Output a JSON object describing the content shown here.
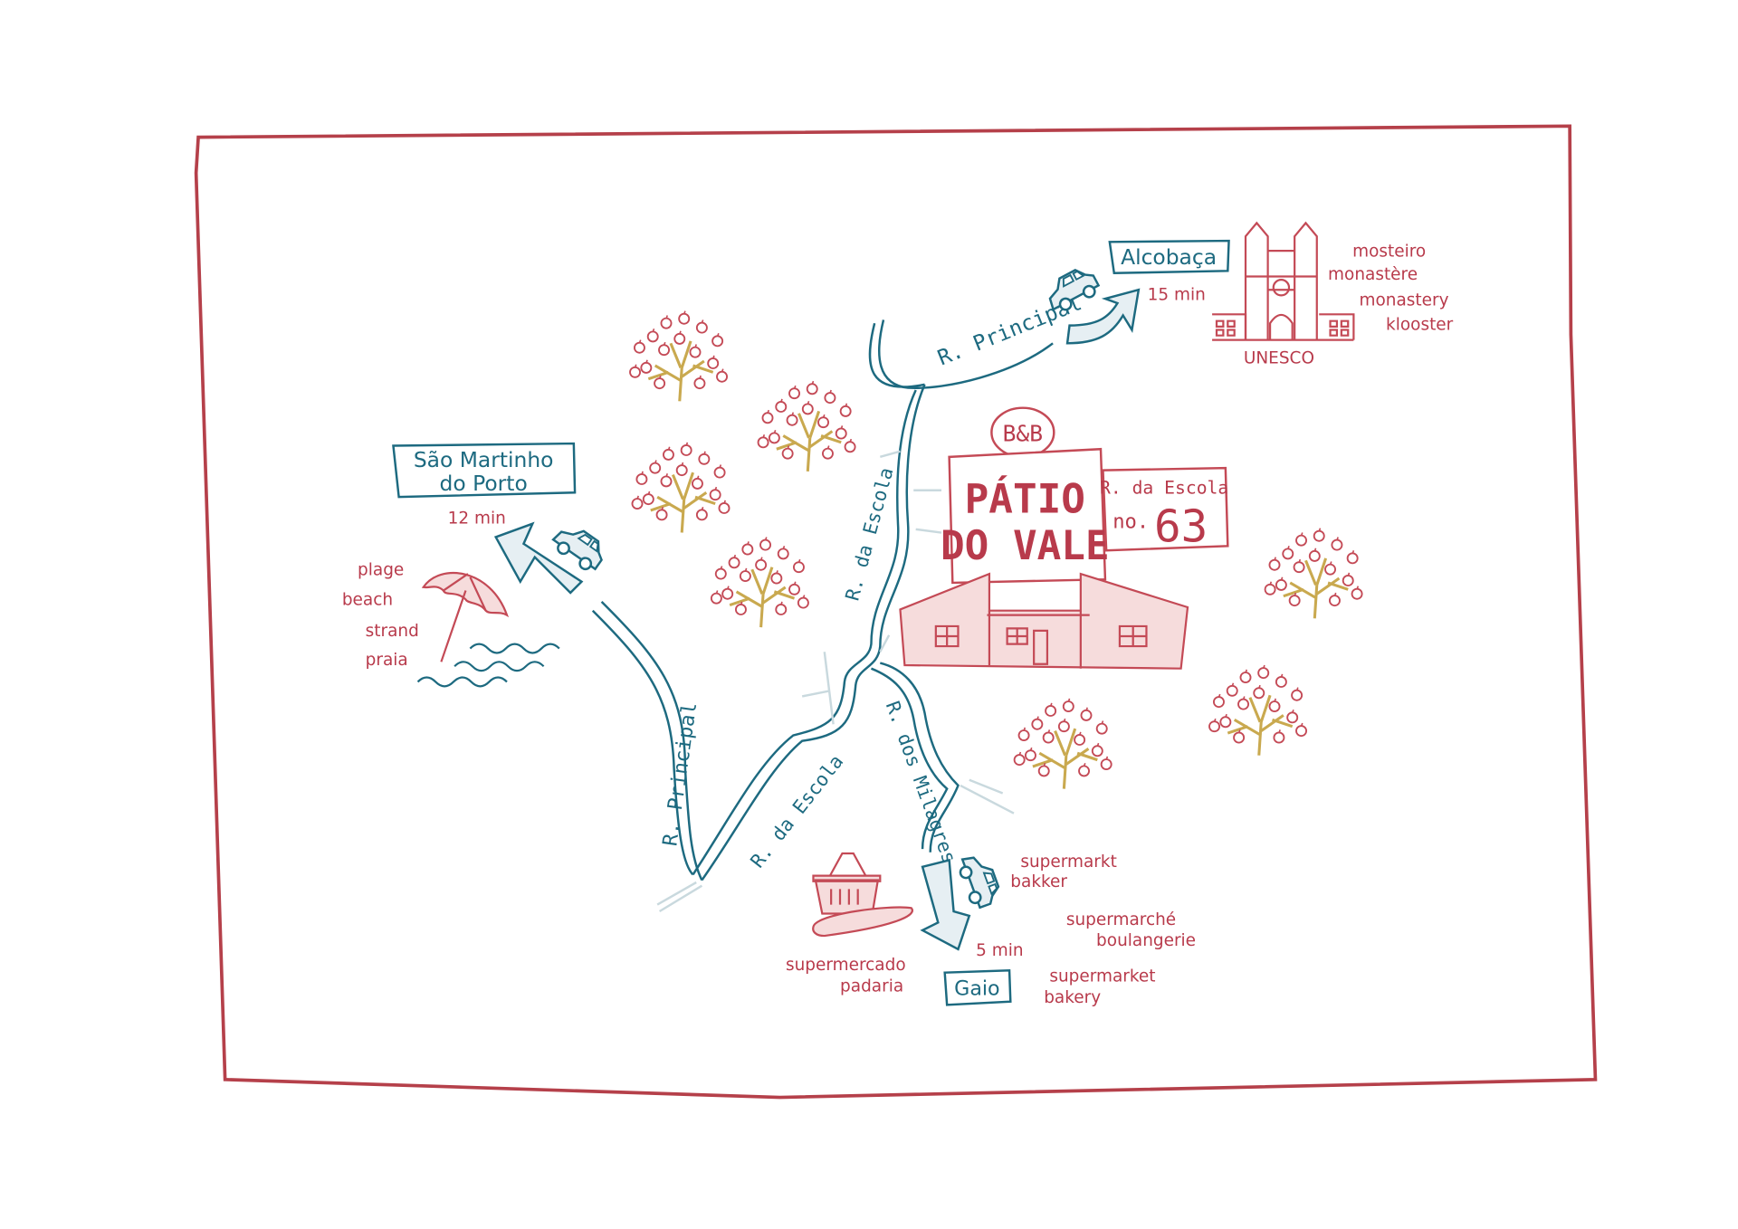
{
  "map": {
    "colors": {
      "frame": "#b5404a",
      "text_red": "#b83a4b",
      "text_teal": "#1d6a80",
      "tree_trunk": "#c9a94f"
    },
    "alcobaca": {
      "label": "Alcobaça",
      "time": "15 min"
    },
    "monastery": {
      "caption": "UNESCO",
      "names": [
        "mosteiro",
        "monastère",
        "monastery",
        "klooster"
      ]
    },
    "sao_martinho": {
      "line1": "São Martinho",
      "line2": "do Porto",
      "time": "12 min"
    },
    "beach": {
      "names": [
        "plage",
        "beach",
        "strand",
        "praia"
      ]
    },
    "gaio": {
      "label": "Gaio",
      "time": "5 min"
    },
    "shops_pt": [
      "supermercado",
      "padaria"
    ],
    "shops_nl": [
      "supermarkt",
      "bakker"
    ],
    "shops_fr": [
      "supermarché",
      "boulangerie"
    ],
    "shops_en": [
      "supermarket",
      "bakery"
    ],
    "bnb": {
      "badge": "B&B",
      "name1": "PÁTIO",
      "name2": "DO VALE",
      "street": "R. da Escola",
      "number_prefix": "no.",
      "number": "63"
    },
    "streets": {
      "principal_top": "R. Principal",
      "escola_north": "R. da Escola",
      "principal_west": "R. Principal",
      "escola_south": "R. da Escola",
      "milagres": "R. dos Milagres"
    }
  }
}
